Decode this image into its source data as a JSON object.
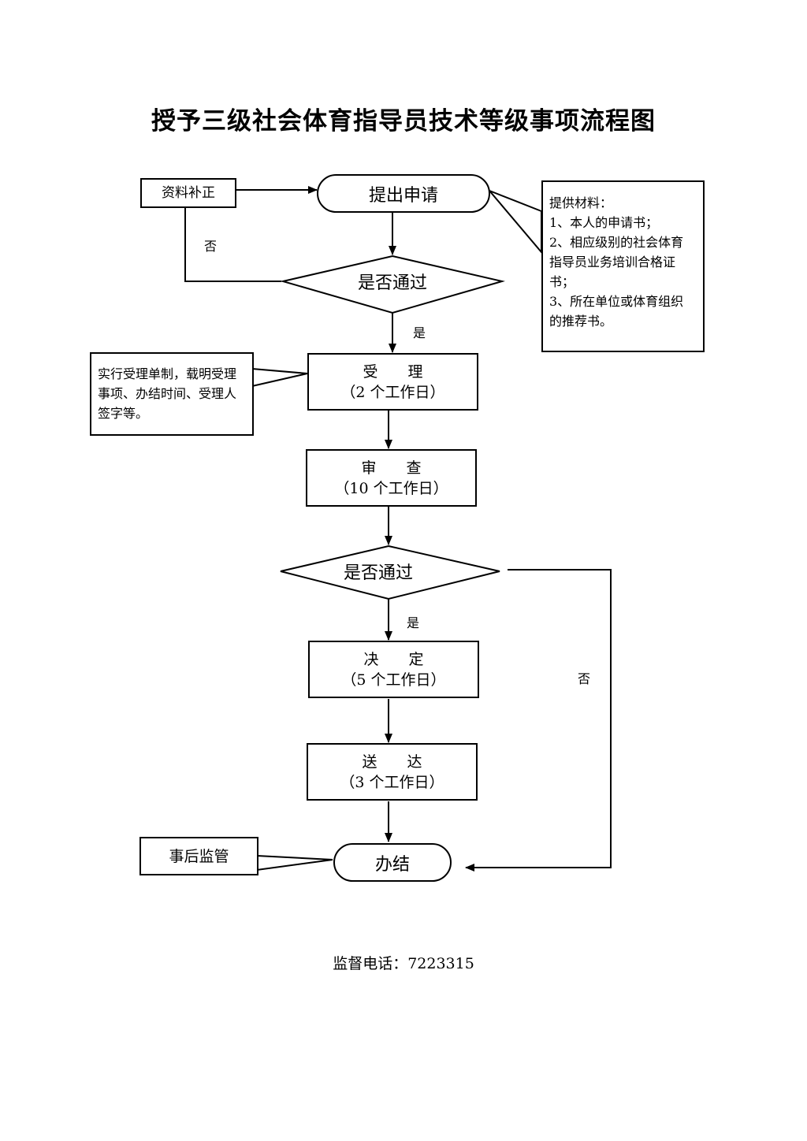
{
  "title": "授予三级社会体育指导员技术等级事项流程图",
  "nodes": {
    "supplement": "资料补正",
    "apply": "提出申请",
    "check1": "是否通过",
    "accept_name": "受　　理",
    "accept_days": "（2 个工作日）",
    "review_name": "审　　查",
    "review_days": "（10 个工作日）",
    "check2": "是否通过",
    "decide_name": "决　　定",
    "decide_days": "（5 个工作日）",
    "deliver_name": "送　　达",
    "deliver_days": "（3 个工作日）",
    "finish": "办结",
    "supervise": "事后监管"
  },
  "materials_note": {
    "heading": "提供材料：",
    "line1": "1、本人的申请书；",
    "line2a": "2、相应级别的社会体育",
    "line2b": "指导员业务培训合格证",
    "line2c": "书；",
    "line3a": "3、所在单位或体育组织",
    "line3b": "的推荐书。"
  },
  "accept_note": {
    "line1": "实行受理单制，载明受理",
    "line2": "事项、办结时间、受理人",
    "line3": "签字等。"
  },
  "edge_labels": {
    "no1": "否",
    "yes1": "是",
    "yes2": "是",
    "no2": "否"
  },
  "footer": "监督电话：7223315"
}
